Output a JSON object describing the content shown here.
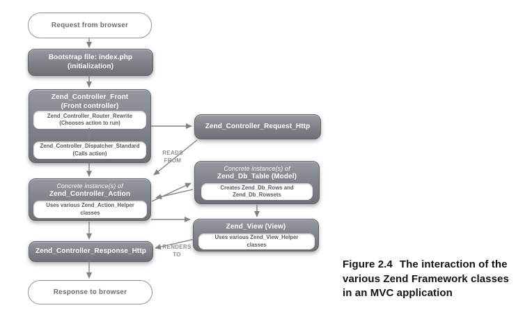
{
  "diagram": {
    "request_stadium": {
      "label": "Request from browser"
    },
    "bootstrap": {
      "line1": "Bootstrap file: index.php",
      "line2": "(initialization)"
    },
    "front": {
      "title1": "Zend_Controller_Front",
      "title2": "(Front controller)",
      "router": {
        "line1": "Zend_Controller_Router_Rewrite",
        "line2": "(Chooses action to run)"
      },
      "dispatcher": {
        "line1": "Zend_Controller_Dispatcher_Standard",
        "line2": "(Calls action)"
      }
    },
    "request_http": {
      "label": "Zend_Controller_Request_Http"
    },
    "db_table": {
      "title1": "Concrete instance(s) of",
      "title2": "Zend_Db_Table (Model)",
      "sub1": "Creates Zend_Db_Rows and",
      "sub2": "Zend_Db_Rowsets"
    },
    "action": {
      "title1": "Concrete instance(s) of",
      "title2": "Zend_Controller_Action",
      "sub1": "Uses various Zend_Action_Helper",
      "sub2": "classes"
    },
    "view": {
      "title": "Zend_View (View)",
      "sub1": "Uses various Zend_View_Helper",
      "sub2": "classes"
    },
    "response_http": {
      "label": "Zend_Controller_Response_Http"
    },
    "response_stadium": {
      "label": "Response to browser"
    },
    "edge_labels": {
      "reads1": "READS",
      "reads2": "FROM",
      "renders1": "RENDERS",
      "renders2": "TO"
    }
  },
  "caption": {
    "prefix": "Figure 2.4",
    "line1": "The interaction of the",
    "line2": "various Zend Framework classes",
    "line3": "in an MVC application"
  },
  "colors": {
    "node_fill_top": "#969aa0",
    "node_fill_bottom": "#6e7278",
    "node_text": "#ffffff",
    "inner_box_fill": "#ffffff",
    "inner_box_text": "#55595e",
    "stadium_border": "#8f9398",
    "arrow": "#7f8387",
    "edge_label_text": "#8b8f93",
    "caption_text": "#111111"
  }
}
